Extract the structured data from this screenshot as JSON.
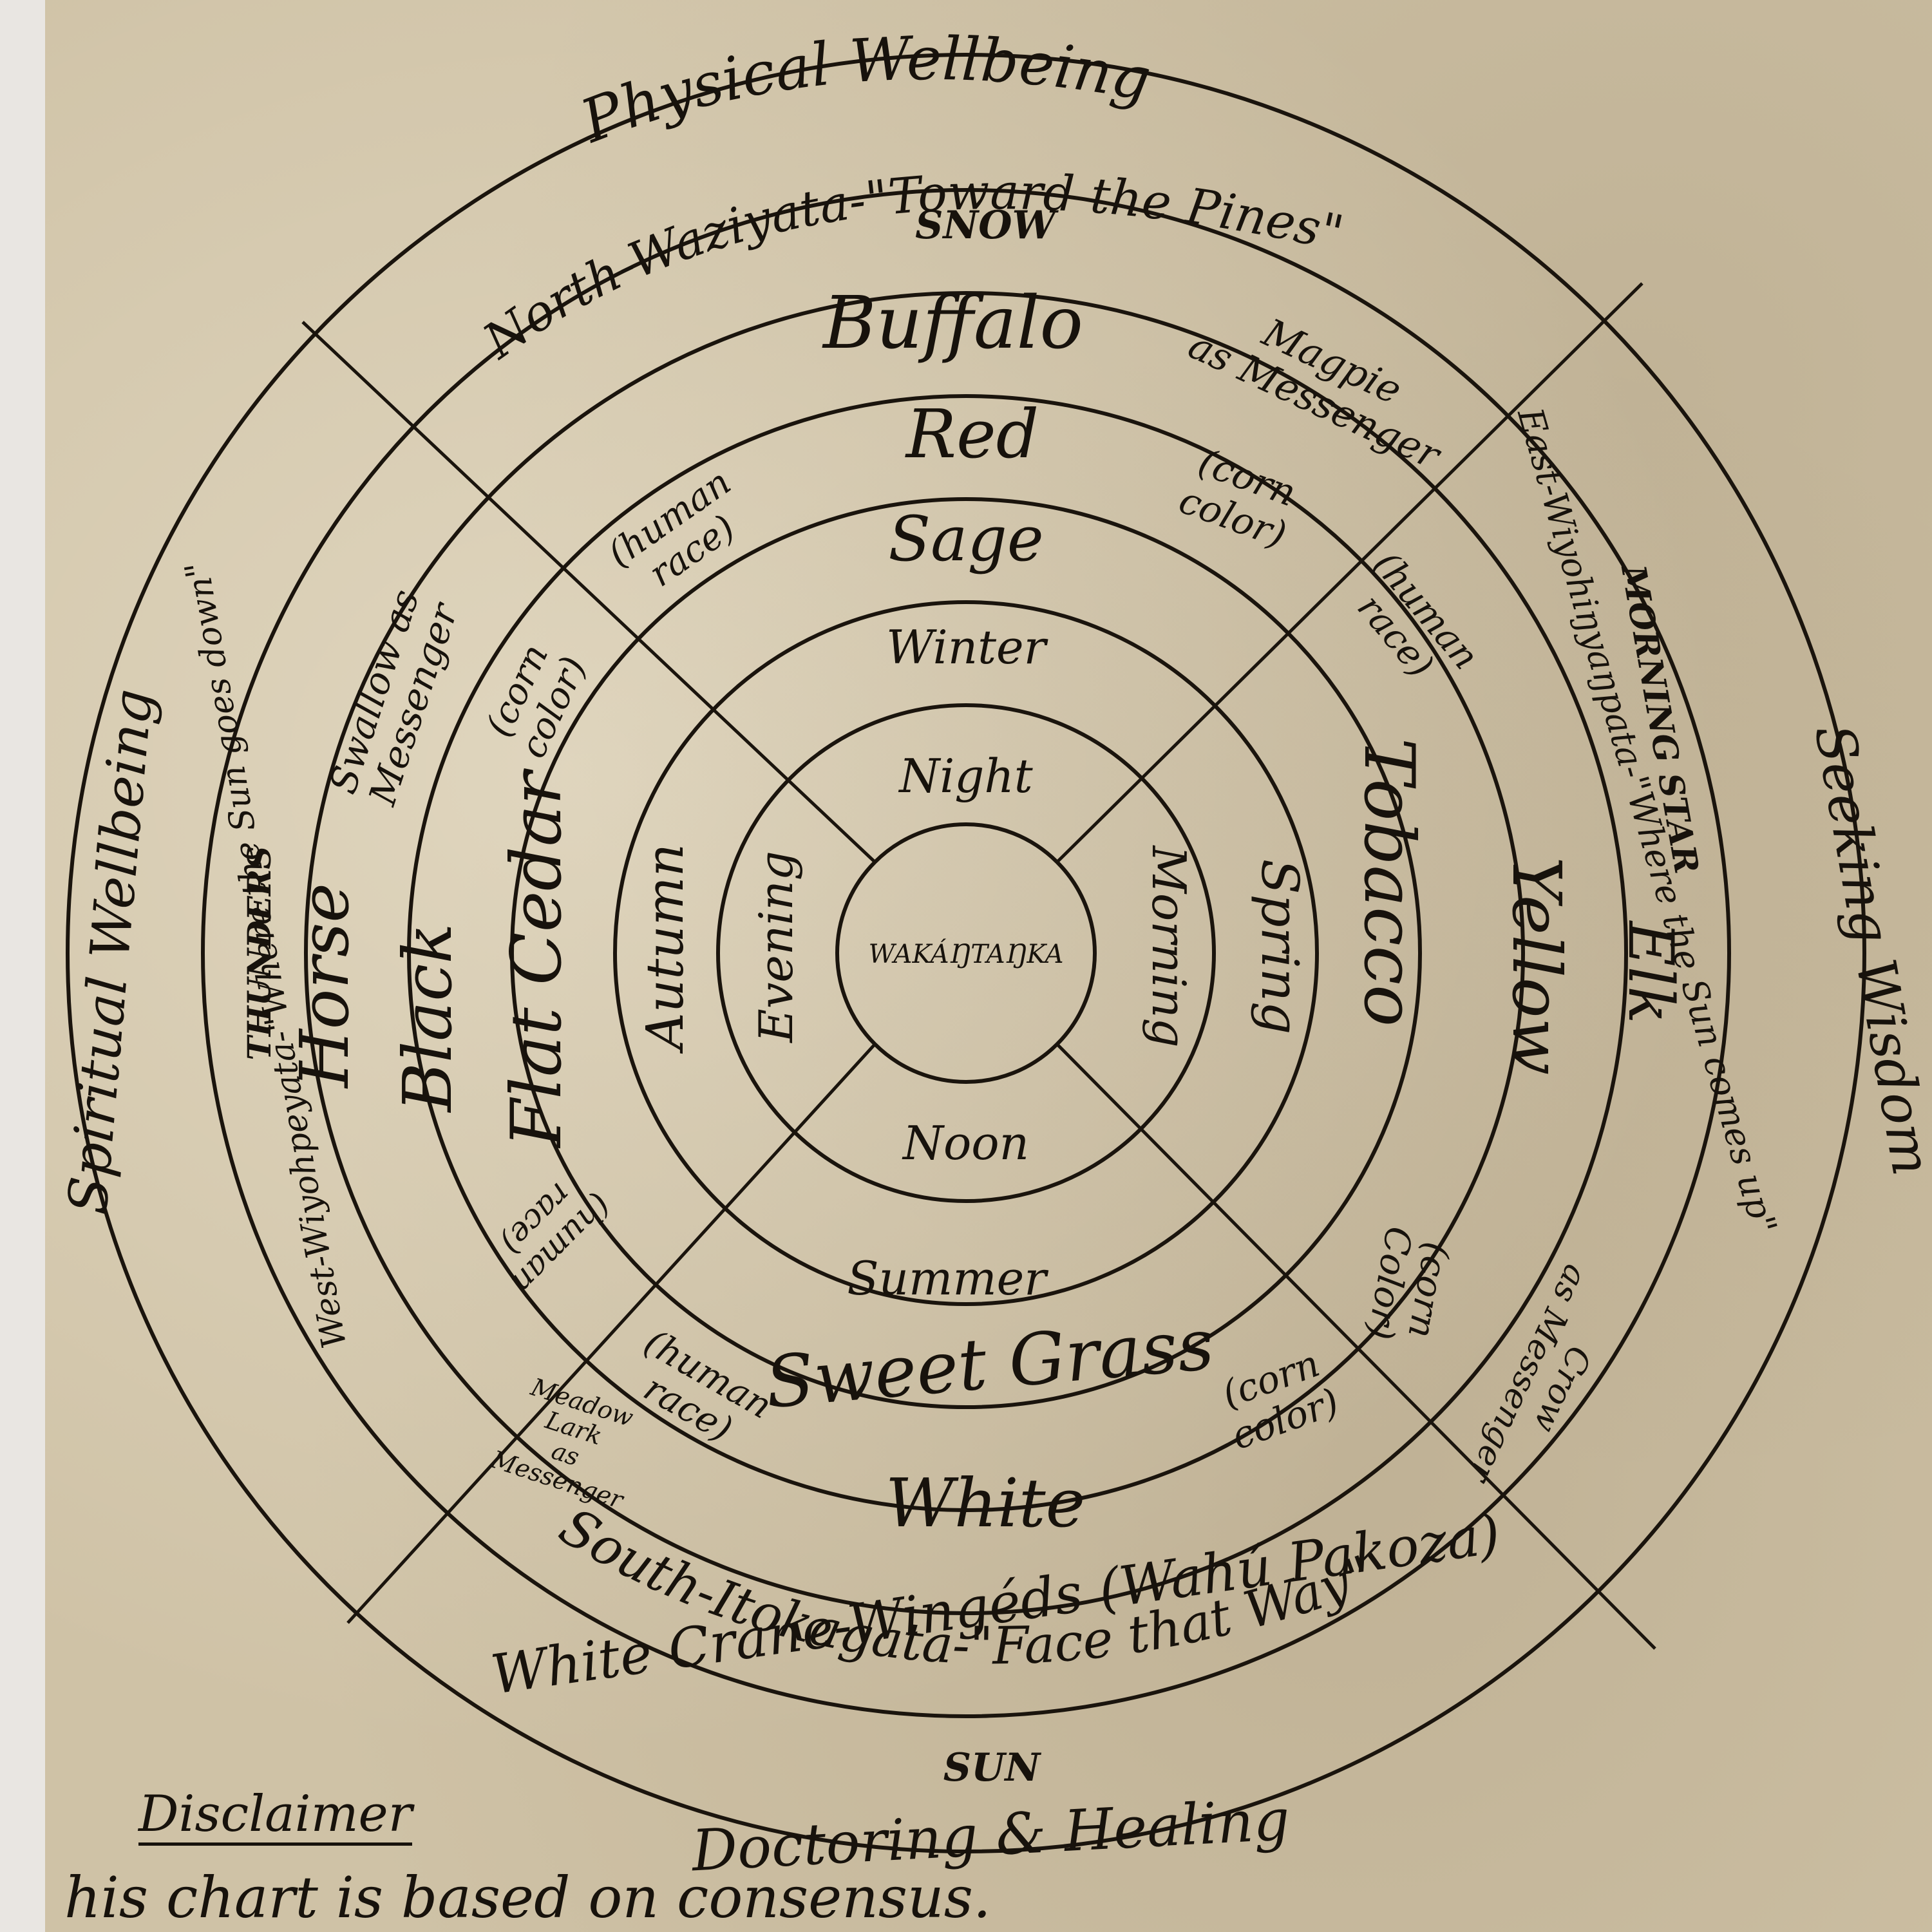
{
  "center": "WAKÁŊTAŊKA",
  "outer_labels": {
    "top": "Physical Wellbeing",
    "right": "Seeking Wisdom",
    "left": "Spiritual Wellbeing",
    "bottom": "Doctoring & Healing"
  },
  "direction_ring": {
    "north": "North-Waziyata-\"Toward the Pines\"",
    "north_sub": "SNOW",
    "east": "East-Wiyohiŋyaŋpata-\"Where the Sun comes up\"",
    "east_sub": "MORNING STAR",
    "south": "South-Itokagata-\"Face that Way\"",
    "south_sub": "SUN",
    "west": "West-Wiyohpeyata-\"Where the Sun goes down\"",
    "west_sub": "THUNDERS"
  },
  "animal_ring": {
    "north": "Buffalo",
    "north_messenger": [
      "Magpie",
      "as Messenger"
    ],
    "east": "Elk",
    "east_messenger": [
      "Crow",
      "as Messenger"
    ],
    "south": "White Crane-Wingéds (Wahú Pakoza)",
    "south_messenger": [
      "Meadow",
      "Lark",
      "as",
      "Messenger"
    ],
    "west": "Horse",
    "west_messenger": [
      "Swallow as",
      "Messenger"
    ]
  },
  "color_ring": {
    "north": "Red",
    "north_note": [
      "(corn",
      "color)"
    ],
    "east": "Yellow",
    "east_note": [
      "(corn",
      "Color)"
    ],
    "south": "White",
    "south_note": [
      "(corn",
      "color)"
    ],
    "west": "Black",
    "west_note": [
      "(corn",
      "color)"
    ]
  },
  "medicine_ring": {
    "north": "Sage",
    "north_note": [
      "(human",
      "race)"
    ],
    "east": "Tobacco",
    "east_note": [
      "(human",
      "race)"
    ],
    "south": "Sweet Grass",
    "south_note": [
      "(human",
      "race)"
    ],
    "west": "Flat Cedar",
    "west_note": [
      "(human",
      "race)"
    ]
  },
  "season_ring": {
    "north": "Winter",
    "east": "Spring",
    "south": "Summer",
    "west": "Autumn"
  },
  "time_ring": {
    "north": "Night",
    "east": "Morning",
    "south": "Noon",
    "west": "Evening"
  },
  "disclaimer": {
    "title": "Disclaimer",
    "text": "his chart is based on consensus."
  }
}
